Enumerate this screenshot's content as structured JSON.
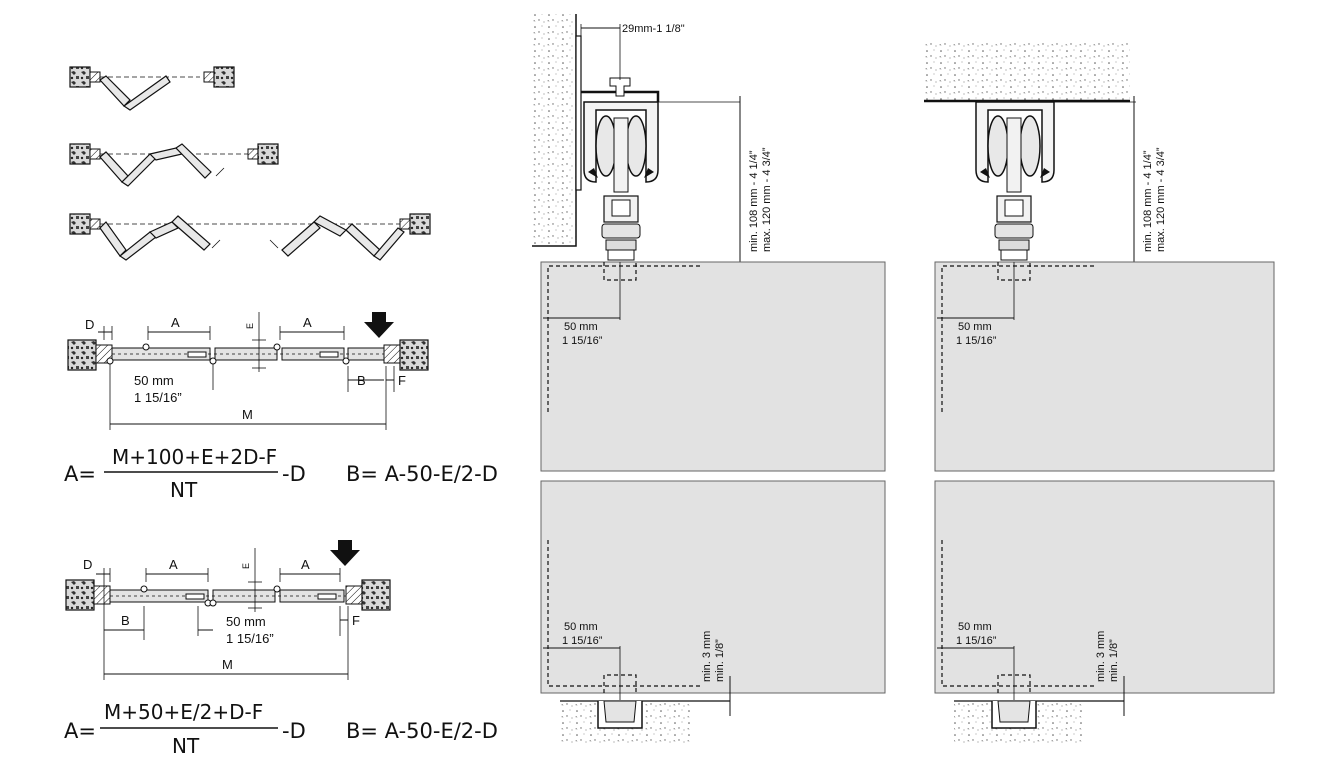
{
  "top_left": {
    "dim_d": "D",
    "dim_a1": "A",
    "dim_e": "E",
    "dim_a2": "A",
    "dim_50mm": "50 mm",
    "dim_50in": "1 15/16”",
    "dim_b": "B",
    "dim_f": "F",
    "dim_m": "M",
    "formula_prefix": "A=",
    "formula_num": "M+100+E+2D-F",
    "formula_den": "NT",
    "formula_suffix": "-D",
    "formula_b": "B= A-50-E/2-D"
  },
  "bottom_left": {
    "dim_d": "D",
    "dim_a1": "A",
    "dim_e": "E",
    "dim_a2": "A",
    "dim_b": "B",
    "dim_50mm": "50 mm",
    "dim_50in": "1 15/16”",
    "dim_f": "F",
    "dim_m": "M",
    "formula_prefix": "A=",
    "formula_num": "M+50+E/2+D-F",
    "formula_den": "NT",
    "formula_suffix": "-D",
    "formula_b": "B= A-50-E/2-D"
  },
  "left_section": {
    "wall_offset": "29mm-1 1/8\"",
    "height_min": "min. 108 mm - 4 1/4”",
    "height_max": "max. 120 mm - 4 3/4”",
    "top_50mm": "50 mm",
    "top_50in": "1 15/16”",
    "bottom_50mm": "50 mm",
    "bottom_50in": "1 15/16”",
    "gap_mm": "min. 3 mm",
    "gap_in": "min. 1/8”"
  },
  "right_section": {
    "height_min": "min. 108 mm - 4 1/4”",
    "height_max": "max. 120 mm - 4 3/4”",
    "top_50mm": "50 mm",
    "top_50in": "1 15/16”",
    "bottom_50mm": "50 mm",
    "bottom_50in": "1 15/16”",
    "gap_mm": "min. 3 mm",
    "gap_in": "min. 1/8”"
  }
}
